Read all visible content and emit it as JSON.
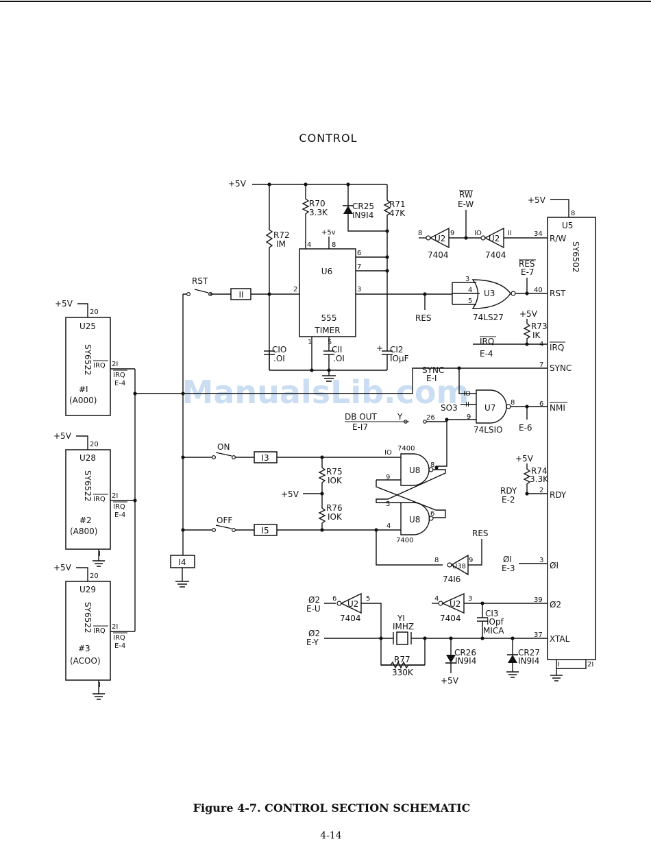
{
  "title": "CONTROL",
  "figure_caption": "Figure 4-7.  CONTROL SECTION SCHEMATIC",
  "page_number": "4-14",
  "watermark": "ManualsLib.com",
  "rails": {
    "vcc": "+5V",
    "vcc_small": "+5v"
  },
  "u6": {
    "ref": "U6",
    "part1": "555",
    "part2": "TIMER",
    "pins": [
      "4",
      "8",
      "6",
      "7",
      "3",
      "2",
      "1",
      "5"
    ]
  },
  "resistors": {
    "r70": [
      "R70",
      "3.3K"
    ],
    "r71": [
      "R71",
      "47K"
    ],
    "r72": [
      "R72",
      "IM"
    ],
    "r73": [
      "R73",
      "IK"
    ],
    "r74": [
      "R74",
      "3.3K"
    ],
    "r75": [
      "R75",
      "IOK"
    ],
    "r76": [
      "R76",
      "IOK"
    ],
    "r77": [
      "R77",
      "330K"
    ]
  },
  "capacitors": {
    "c10": [
      "CIO",
      ".OI"
    ],
    "c11": [
      "CII",
      ".OI"
    ],
    "c12": [
      "CI2",
      "IOµF"
    ],
    "c13": [
      "CI3",
      "IOpf",
      "MICA"
    ]
  },
  "diodes": {
    "cr25": [
      "CR25",
      "IN9I4"
    ],
    "cr26": [
      "CR26",
      "IN9I4"
    ],
    "cr27": [
      "CR27",
      "IN9I4"
    ]
  },
  "crystal": [
    "YI",
    "IMHZ"
  ],
  "switches": {
    "rst": "RST",
    "on": "ON",
    "off": "OFF"
  },
  "connectors": {
    "c11": "II",
    "c13": "I3",
    "c15": "I5",
    "c14": "I4"
  },
  "u5": {
    "ref": "U5",
    "part": "SY6502",
    "pin_vcc": "8",
    "pin_gnd_a": "I",
    "pin_gnd_b": "2I",
    "pins": [
      {
        "num": "34",
        "name": "R/W"
      },
      {
        "num": "40",
        "name": "RST"
      },
      {
        "num": "4",
        "name": "IRQ"
      },
      {
        "num": "7",
        "name": "SYNC"
      },
      {
        "num": "6",
        "name": "NMI"
      },
      {
        "num": "2",
        "name": "RDY"
      },
      {
        "num": "3",
        "name": "ØI"
      },
      {
        "num": "39",
        "name": "Ø2"
      },
      {
        "num": "37",
        "name": "XTAL"
      }
    ]
  },
  "via": [
    {
      "ref": "U25",
      "chip": "SY6522",
      "num": "#I",
      "addr": "(A000)",
      "irq": "IRQ",
      "pin_irq": "2I",
      "pin_vcc": "20",
      "ep": "E-4"
    },
    {
      "ref": "U28",
      "chip": "SY6522",
      "num": "#2",
      "addr": "(A800)",
      "irq": "IRQ",
      "pin_irq": "2I",
      "pin_vcc": "20",
      "pin_gnd": "I",
      "ep": "E-4"
    },
    {
      "ref": "U29",
      "chip": "SY6522",
      "num": "#3",
      "addr": "(ACOO)",
      "irq": "IRQ",
      "pin_irq": "2I",
      "pin_vcc": "20",
      "pin_gnd": "I",
      "ep": "E-4"
    }
  ],
  "gates": {
    "u2a": {
      "ref": "U2",
      "part": "7404",
      "pin_in": "8",
      "pin_out": "9"
    },
    "u2b": {
      "ref": "U2",
      "part": "7404",
      "pin_in": "IO",
      "pin_out": "II"
    },
    "u2c": {
      "ref": "U2",
      "part": "7404",
      "pin_in": "6",
      "pin_out": "5"
    },
    "u2d": {
      "ref": "U2",
      "part": "7404",
      "pin_in": "4",
      "pin_out": "3"
    },
    "u3": {
      "ref": "U3",
      "part": "74LS27",
      "pins": [
        "3",
        "4",
        "5"
      ]
    },
    "u7": {
      "ref": "U7",
      "part": "74LSIO",
      "pins": [
        "IO",
        "II",
        "9",
        "8"
      ]
    },
    "u8a": {
      "ref": "U8",
      "part": "7400",
      "pins": [
        "IO",
        "9",
        "8"
      ]
    },
    "u8b": {
      "ref": "U8",
      "part": "7400",
      "pins": [
        "5",
        "4",
        "6"
      ]
    },
    "u38": {
      "ref": "U38",
      "part": "74I6",
      "pins": [
        "8",
        "9"
      ]
    }
  },
  "nets": {
    "rw": "RW",
    "e_w": "E-W",
    "res": "RES",
    "e7": "E-7",
    "res_node": "RES",
    "irq": "IRQ",
    "e4": "E-4",
    "sync": "SYNC",
    "e1": "E-I",
    "so3": "SO3",
    "db_out": "DB OUT",
    "y": "Y",
    "e17": "E-I7",
    "p26": "26",
    "e6": "E-6",
    "rdy": "RDY",
    "e2": "E-2",
    "phi1": "ØI",
    "e3": "E-3",
    "res2": "RES",
    "phi2a": "Ø2",
    "eu": "E-U",
    "phi2b": "Ø2",
    "ey": "E-Y"
  }
}
